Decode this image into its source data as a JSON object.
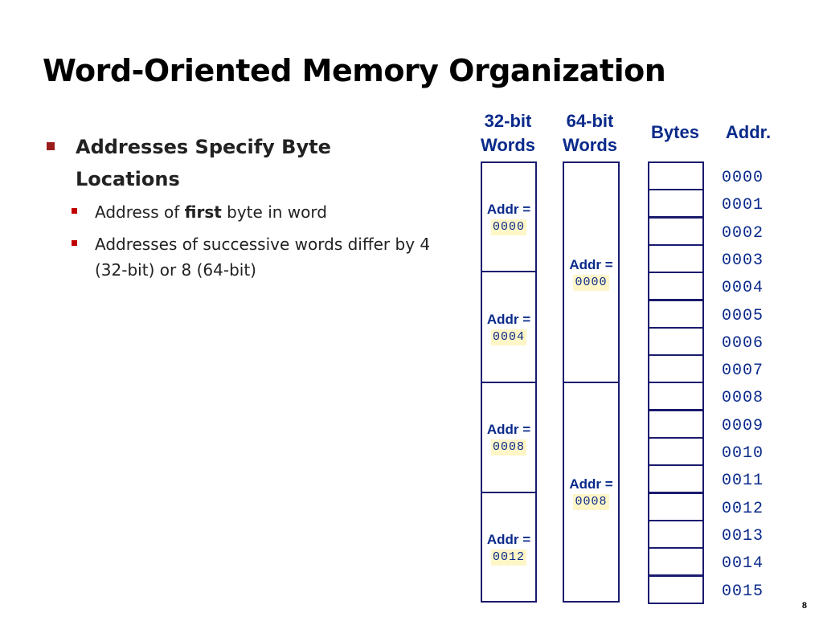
{
  "title": "Word-Oriented Memory Organization",
  "bullet_main": "Addresses Specify Byte Locations",
  "sub_bullets": [
    {
      "pre": "Address of ",
      "bold": "first",
      "post": " byte in word"
    },
    {
      "pre": "Addresses of successive words differ by 4 (32-bit) or 8 (64-bit)",
      "bold": "",
      "post": ""
    }
  ],
  "headers": {
    "words32": "32-bit Words",
    "words64": "64-bit Words",
    "bytes": "Bytes",
    "addr": "Addr."
  },
  "addr_label": "Addr =",
  "words32": [
    "0000",
    "0004",
    "0008",
    "0012"
  ],
  "words64": [
    "0000",
    "0008"
  ],
  "addresses": [
    "0000",
    "0001",
    "0002",
    "0003",
    "0004",
    "0005",
    "0006",
    "0007",
    "0008",
    "0009",
    "0010",
    "0011",
    "0012",
    "0013",
    "0014",
    "0015"
  ],
  "page_number": "8",
  "colors": {
    "bullet": "#9b1c1c",
    "accent": "#0a2a8a",
    "highlight": "#fff6c8"
  }
}
